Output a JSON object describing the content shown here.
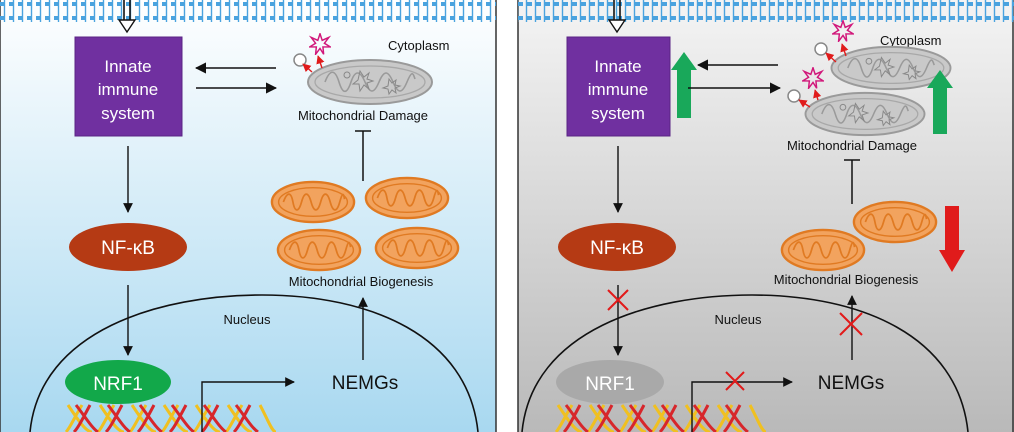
{
  "left_panel": {
    "cytoplasm": "Cytoplasm",
    "innate_line1": "Innate",
    "innate_line2": "immune",
    "innate_line3": "system",
    "mito_damage": "Mitochondrial Damage",
    "nfkb": "NF-κB",
    "mito_biogenesis": "Mitochondrial Biogenesis",
    "nucleus": "Nucleus",
    "nrf1": "NRF1",
    "nemgs": "NEMGs"
  },
  "right_panel": {
    "cytoplasm": "Cytoplasm",
    "innate_line1": "Innate",
    "innate_line2": "immune",
    "innate_line3": "system",
    "mito_damage": "Mitochondrial Damage",
    "nfkb": "NF-κB",
    "mito_biogenesis": "Mitochondrial Biogenesis",
    "nucleus": "Nucleus",
    "nrf1": "NRF1",
    "nemgs": "NEMGs"
  },
  "colors": {
    "panel_left_top": "#ffffff",
    "panel_left_bottom": "#a8d8f0",
    "panel_right_top": "#f2f2f2",
    "panel_right_bottom": "#b9b9b9",
    "membrane": "#4aa3df",
    "innate_box": "#7030a0",
    "nfkb": "#b53a14",
    "nrf1_active": "#12a84a",
    "nrf1_inactive": "#a9a9a9",
    "mito_healthy": "#f2a35e",
    "mito_damaged": "#c9c9c9",
    "up_arrow": "#19a85a",
    "down_arrow": "#e01b1b",
    "inhibit_x": "#e21a1a"
  }
}
